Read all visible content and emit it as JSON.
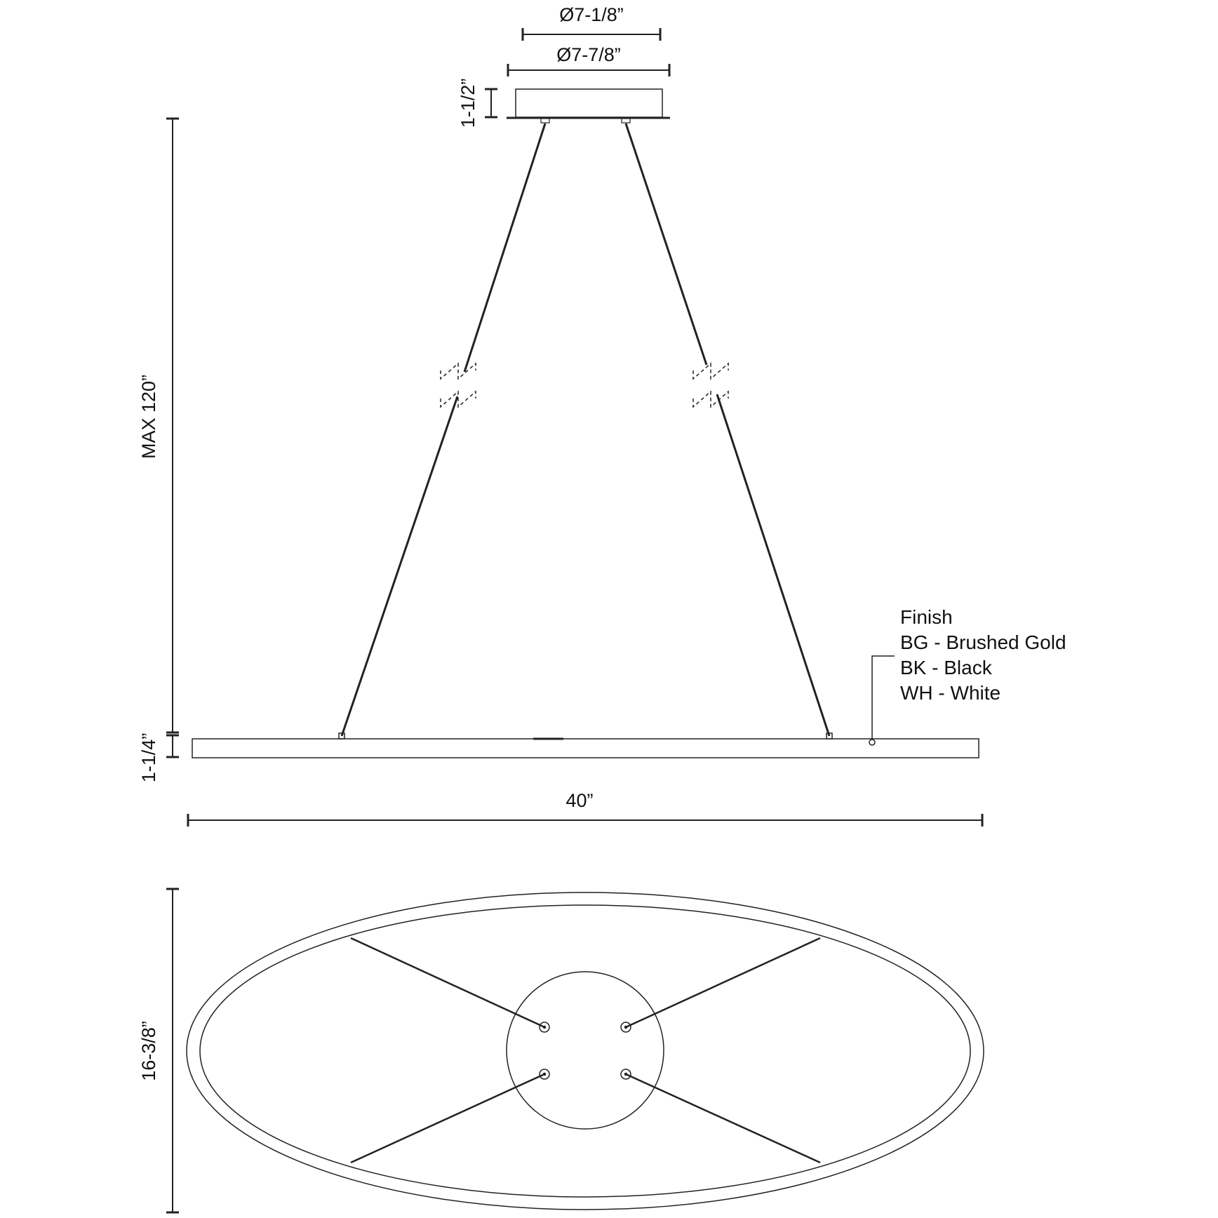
{
  "drawing": {
    "title": "Oval LED pendant dimension drawing",
    "views": [
      "side-elevation",
      "bottom-plan"
    ]
  },
  "dimensions": {
    "canopy_inner_diameter": "Ø7-1/8”",
    "canopy_outer_diameter": "Ø7-7/8”",
    "canopy_height": "1-1/2”",
    "max_overall_height": "MAX 120”",
    "fixture_height": "1-1/4”",
    "fixture_length": "40”",
    "fixture_width": "16-3/8”"
  },
  "legend": {
    "heading": "Finish",
    "items": [
      {
        "code": "BG",
        "label": "BG - Brushed Gold"
      },
      {
        "code": "BK",
        "label": "BK - Black"
      },
      {
        "code": "WH",
        "label": "WH - White"
      }
    ]
  },
  "colors": {
    "line": "#222222",
    "background": "#ffffff"
  }
}
